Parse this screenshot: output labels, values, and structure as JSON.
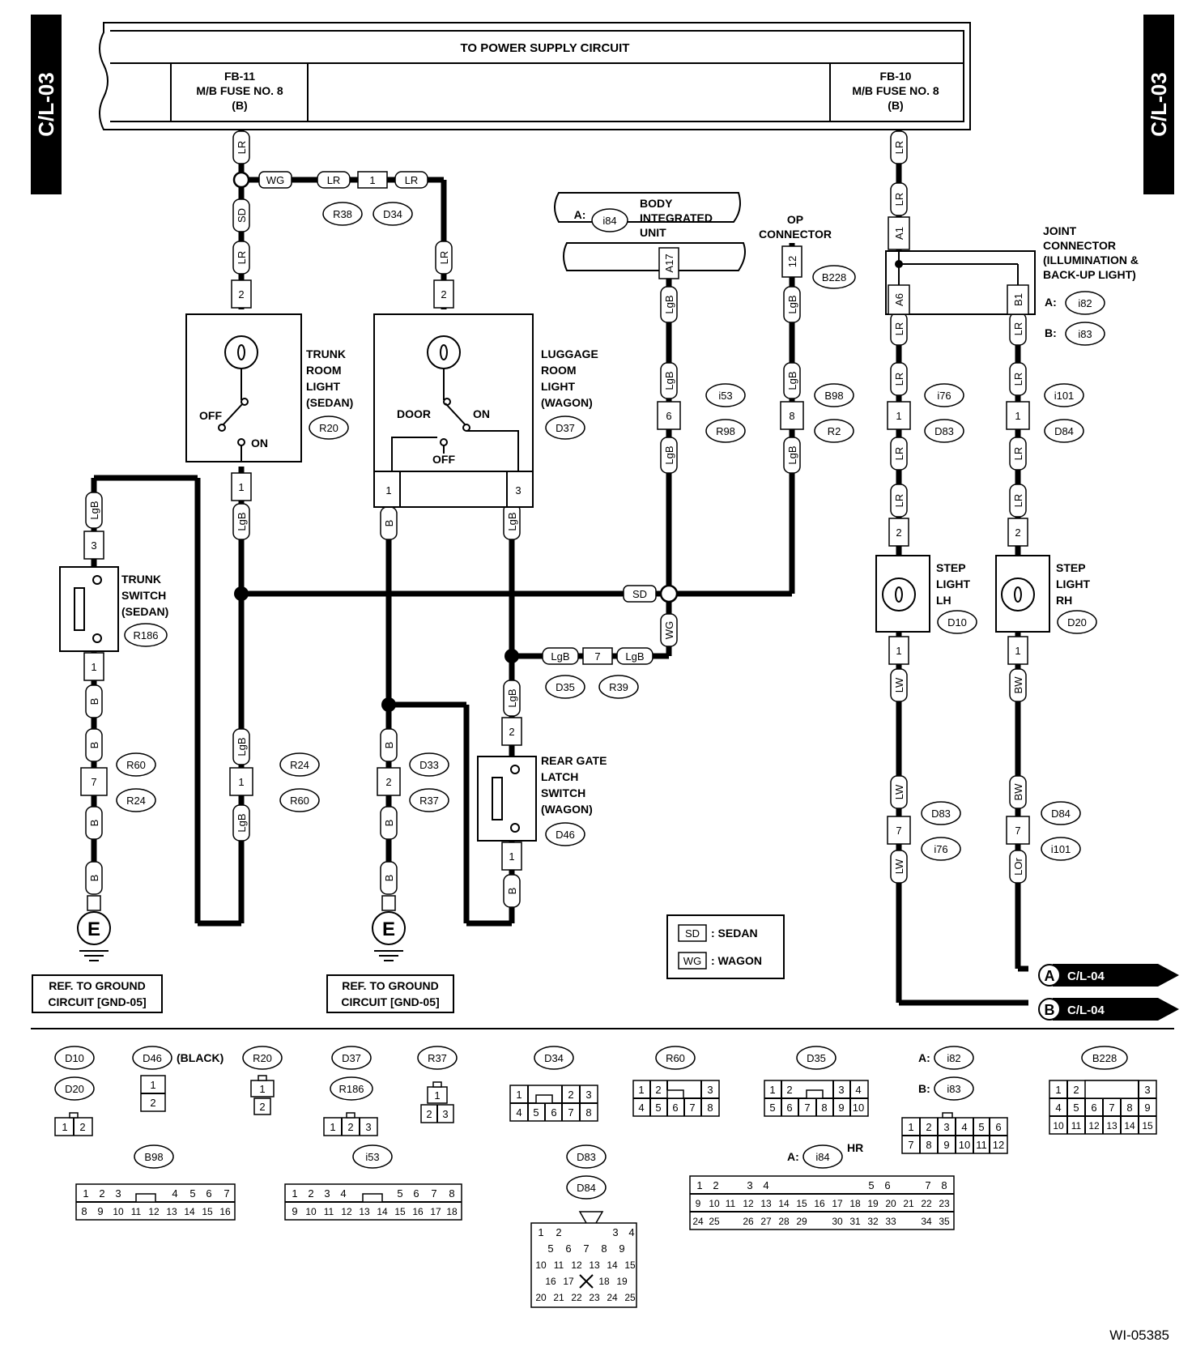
{
  "side_tab_left": "C/L-03",
  "side_tab_right": "C/L-03",
  "power_title": "TO POWER SUPPLY CIRCUIT",
  "fuse_left": {
    "l1": "FB-11",
    "l2": "M/B FUSE NO. 8",
    "l3": "(B)"
  },
  "fuse_right": {
    "l1": "FB-10",
    "l2": "M/B FUSE NO. 8",
    "l3": "(B)"
  },
  "body_unit": {
    "prefix": "A:",
    "code": "i84",
    "l1": "BODY",
    "l2": "INTEGRATED",
    "l3": "UNIT",
    "pin": "A17"
  },
  "op_connector": {
    "l1": "OP",
    "l2": "CONNECTOR",
    "pin": "12",
    "code": "B228"
  },
  "joint": {
    "l1": "JOINT",
    "l2": "CONNECTOR",
    "l3": "(ILLUMINATION &",
    "l4": "BACK-UP LIGHT)",
    "a_prefix": "A:",
    "a_code": "i82",
    "b_prefix": "B:",
    "b_code": "i83",
    "pin_a1": "A1",
    "pin_a6": "A6",
    "pin_b1": "B1"
  },
  "trunk_room": {
    "l1": "TRUNK",
    "l2": "ROOM",
    "l3": "LIGHT",
    "l4": "(SEDAN)",
    "code": "R20",
    "off": "OFF",
    "on": "ON"
  },
  "luggage_room": {
    "l1": "LUGGAGE",
    "l2": "ROOM",
    "l3": "LIGHT",
    "l4": "(WAGON)",
    "code": "D37",
    "door": "DOOR",
    "on": "ON",
    "off": "OFF"
  },
  "trunk_switch": {
    "l1": "TRUNK",
    "l2": "SWITCH",
    "l3": "(SEDAN)",
    "code": "R186"
  },
  "rear_gate": {
    "l1": "REAR GATE",
    "l2": "LATCH",
    "l3": "SWITCH",
    "l4": "(WAGON)",
    "code": "D46"
  },
  "step_lh": {
    "l1": "STEP",
    "l2": "LIGHT",
    "l3": "LH",
    "code": "D10"
  },
  "step_rh": {
    "l1": "STEP",
    "l2": "LIGHT",
    "l3": "RH",
    "code": "D20"
  },
  "wires": {
    "LR": "LR",
    "WG": "WG",
    "SD": "SD",
    "LgB": "LgB",
    "B": "B",
    "LW": "LW",
    "BW": "BW",
    "LOr": "LOr"
  },
  "pins": {
    "p1": "1",
    "p2": "2",
    "p3": "3",
    "p6": "6",
    "p7": "7",
    "p8": "8"
  },
  "codes": {
    "R38": "R38",
    "D34": "D34",
    "i53": "i53",
    "R98": "R98",
    "B98": "B98",
    "R2": "R2",
    "i76": "i76",
    "D83": "D83",
    "i101": "i101",
    "D84": "D84",
    "D35": "D35",
    "R39": "R39",
    "R60": "R60",
    "R24": "R24",
    "D33": "D33",
    "R37": "R37"
  },
  "ground": {
    "symbol": "E",
    "ref1": "REF. TO GROUND",
    "ref2": "CIRCUIT [GND-05]"
  },
  "legend": {
    "sd": "SD",
    "sd_text": ": SEDAN",
    "wg": "WG",
    "wg_text": ": WAGON"
  },
  "outputs": {
    "a_letter": "A",
    "a_ref": "C/L-04",
    "b_letter": "B",
    "b_ref": "C/L-04"
  },
  "bottom": {
    "black": "(BLACK)",
    "hr": "HR",
    "a_prefix": "A:",
    "b_prefix": "B:",
    "D10": "D10",
    "D20": "D20",
    "D46": "D46",
    "R20": "R20",
    "D37": "D37",
    "R186": "R186",
    "R37": "R37",
    "D34": "D34",
    "R60": "R60",
    "D35": "D35",
    "i82": "i82",
    "i83": "i83",
    "B228": "B228",
    "B98": "B98",
    "i53": "i53",
    "D83": "D83",
    "D84": "D84",
    "i84": "i84"
  },
  "diagram_id": "WI-05385"
}
